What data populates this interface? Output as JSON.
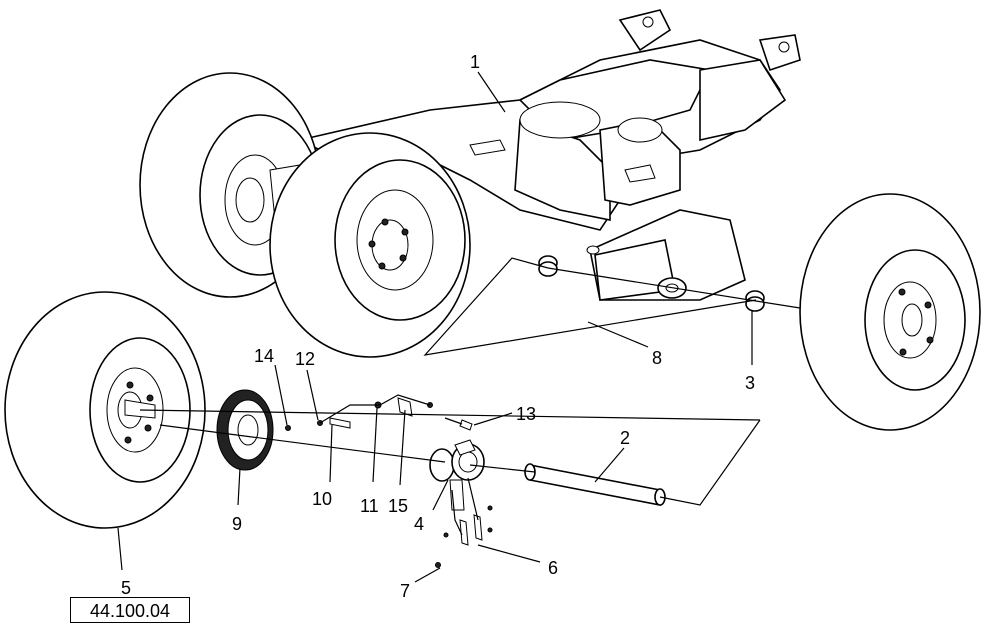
{
  "callouts": {
    "c1": "1",
    "c2": "2",
    "c3": "3",
    "c4": "4",
    "c5": "5",
    "c6": "6",
    "c7": "7",
    "c8": "8",
    "c9": "9",
    "c10": "10",
    "c11": "11",
    "c12": "12",
    "c13": "13",
    "c14": "14",
    "c15": "15"
  },
  "reference": "44.100.04",
  "colors": {
    "line": "#000000",
    "background": "#ffffff"
  }
}
